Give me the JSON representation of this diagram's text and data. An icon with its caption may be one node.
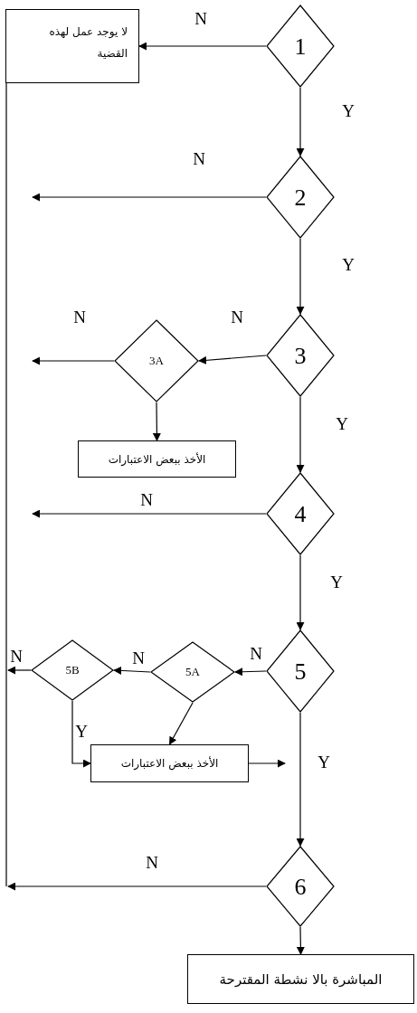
{
  "diagram": {
    "nodes": [
      {
        "text": [
          "لا يوجد عمل لهذه القضية"
        ]
      },
      {
        "text": [
          "1"
        ]
      },
      {
        "text": [
          "2"
        ]
      },
      {
        "text": [
          "3"
        ]
      },
      {
        "text": [
          "3A"
        ]
      },
      {
        "text": [
          "الأخذ ببعض الاعتبارات"
        ]
      },
      {
        "text": [
          "4"
        ]
      },
      {
        "text": [
          "5"
        ]
      },
      {
        "text": [
          "5A"
        ]
      },
      {
        "text": [
          "5B"
        ]
      },
      {
        "text": [
          "الأخذ ببعض الاعتبارات"
        ]
      },
      {
        "text": [
          "6"
        ]
      },
      {
        "text": [
          "المباشرة بالا نشطة المقترحة"
        ]
      }
    ],
    "edges": [
      {
        "from": 1,
        "to": 0,
        "arrow": "to",
        "label": "N"
      },
      {
        "from": 1,
        "to": 2,
        "arrow": "to",
        "label": "Y"
      },
      {
        "from": 2,
        "to": null,
        "arrow": "to",
        "label": "N"
      },
      {
        "from": 2,
        "to": 3,
        "arrow": "to",
        "label": "Y"
      },
      {
        "from": 3,
        "to": 4,
        "arrow": "to",
        "label": "N"
      },
      {
        "from": 4,
        "to": null,
        "arrow": "to",
        "label": "N"
      },
      {
        "from": 4,
        "to": 5,
        "arrow": "to"
      },
      {
        "from": 3,
        "to": 6,
        "arrow": "to",
        "label": "Y"
      },
      {
        "from": 6,
        "to": null,
        "arrow": "to",
        "label": "N"
      },
      {
        "from": 6,
        "to": 7,
        "arrow": "to",
        "label": "Y"
      },
      {
        "from": 7,
        "to": 8,
        "arrow": "to",
        "label": "N"
      },
      {
        "from": 8,
        "to": 9,
        "arrow": "to",
        "label": "N"
      },
      {
        "from": 9,
        "to": null,
        "arrow": "to",
        "label": "N"
      },
      {
        "from": 8,
        "to": 10,
        "arrow": "to"
      },
      {
        "from": 9,
        "to": 10,
        "arrow": "to",
        "label": "Y"
      },
      {
        "from": 10,
        "to": null,
        "arrow": "to"
      },
      {
        "from": 7,
        "to": 11,
        "arrow": "to",
        "label": "Y"
      },
      {
        "from": 11,
        "to": null,
        "arrow": "to",
        "label": "N"
      },
      {
        "from": 11,
        "to": 12,
        "arrow": "to"
      },
      {
        "from": 0,
        "to": null,
        "arrow": "none"
      }
    ]
  }
}
